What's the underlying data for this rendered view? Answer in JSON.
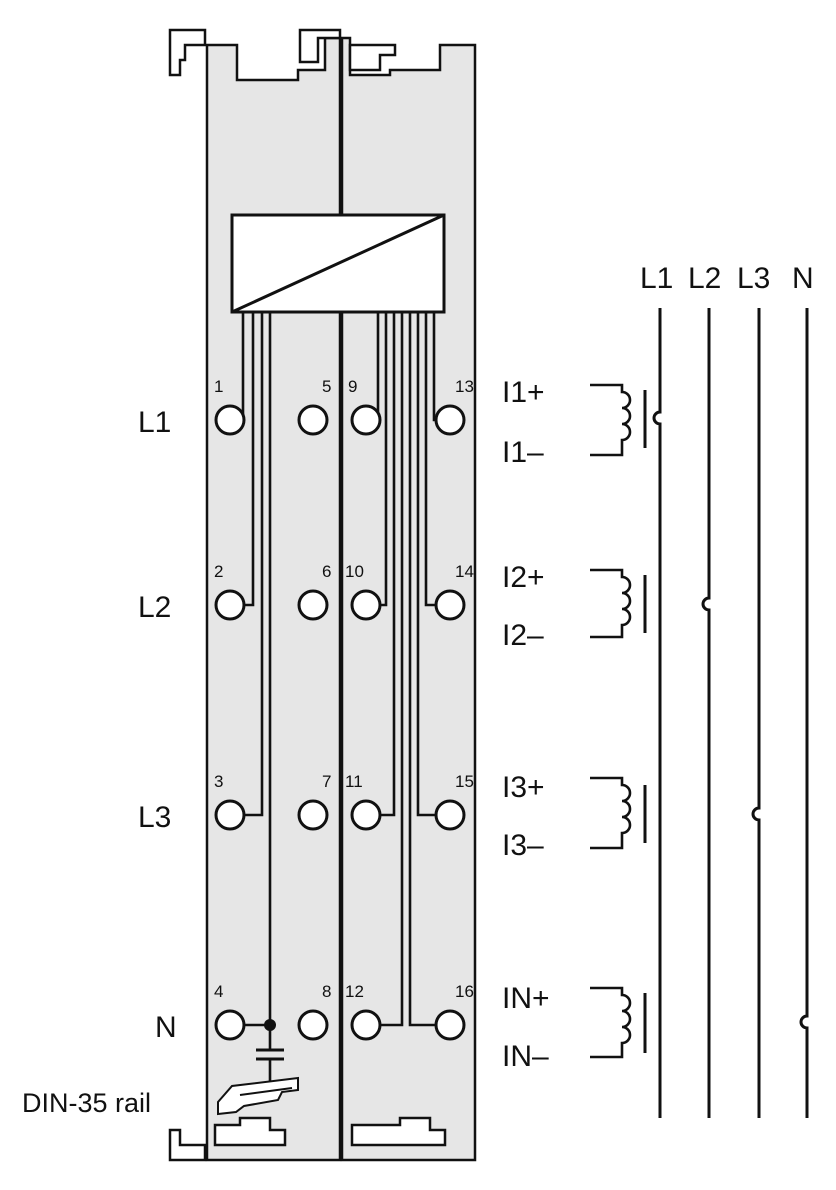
{
  "row_labels": [
    "L1",
    "L2",
    "L3",
    "N"
  ],
  "terminal_numbers": [
    "1",
    "2",
    "3",
    "4",
    "5",
    "6",
    "7",
    "8",
    "9",
    "10",
    "11",
    "12",
    "13",
    "14",
    "15",
    "16"
  ],
  "current_labels": [
    {
      "plus": "I1+",
      "minus": "I1–"
    },
    {
      "plus": "I2+",
      "minus": "I2–"
    },
    {
      "plus": "I3+",
      "minus": "I3–"
    },
    {
      "plus": "IN+",
      "minus": "IN–"
    }
  ],
  "bus_labels": [
    "L1",
    "L2",
    "L3",
    "N"
  ],
  "rail_label": "DIN-35 rail",
  "colors": {
    "module_body": "#e6e6e6",
    "line": "#111111"
  }
}
